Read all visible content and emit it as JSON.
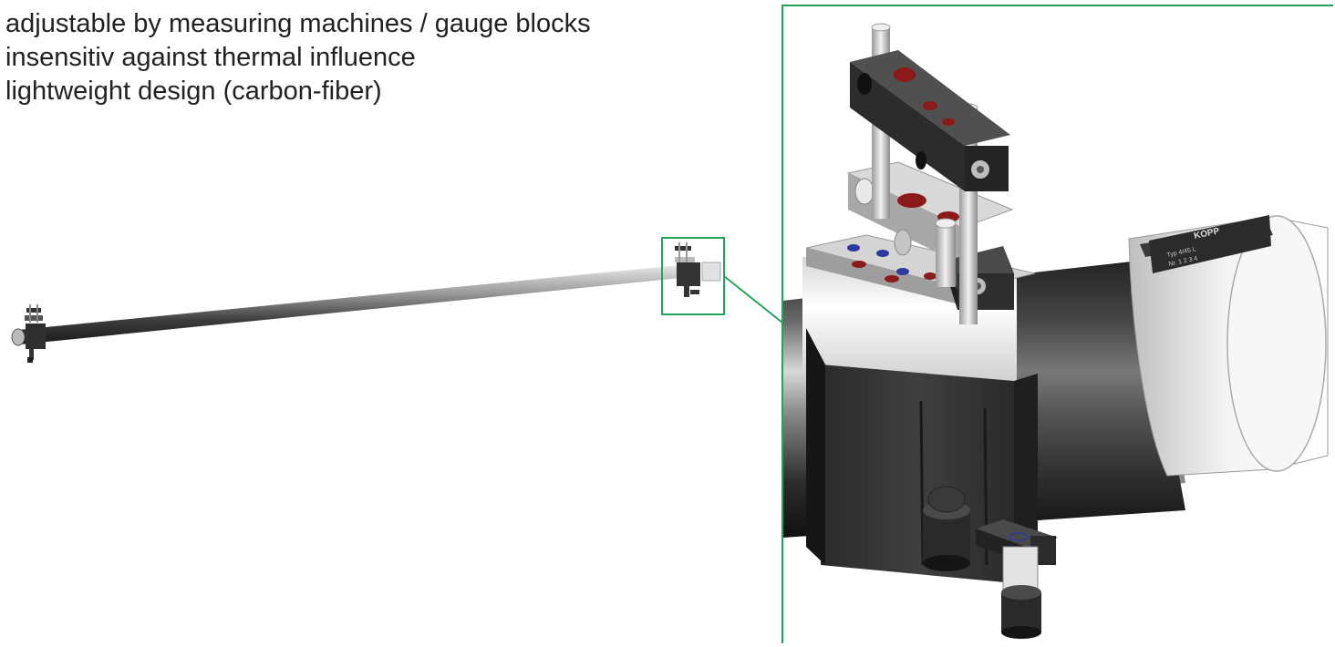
{
  "features": [
    "adjustable by measuring machines / gauge blocks",
    "insensitiv against thermal influence",
    "lightweight design (carbon-fiber)"
  ],
  "detail_label": {
    "brand": "KOPP",
    "line1": "Typ 4/45 L",
    "line2": "Nr. 1 2 3 4"
  },
  "colors": {
    "callout": "#22a55b",
    "metal_dark": "#3a3a3a",
    "hole_red": "#8b1a1a",
    "hole_blue": "#2f3a9e"
  }
}
